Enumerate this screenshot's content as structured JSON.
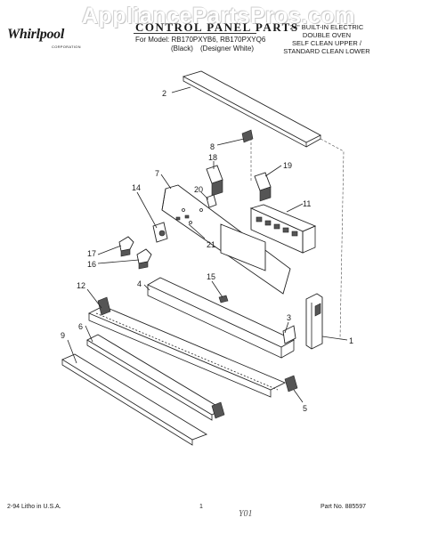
{
  "watermark": "AppliancePartsPros.com",
  "logo": {
    "brand": "Whirlpool",
    "sub": "CORPORATION"
  },
  "title": "CONTROL PANEL PARTS",
  "models": {
    "line": "For Model: RB170PXYB6, RB170PXYQ6",
    "black": "(Black)",
    "white": "(Designer White)"
  },
  "product": {
    "line1": "24\" BUILT-IN ELECTRIC",
    "line2": "DOUBLE OVEN",
    "line3": "SELF CLEAN UPPER /",
    "line4": "STANDARD CLEAN LOWER"
  },
  "callouts": [
    "1",
    "2",
    "3",
    "4",
    "5",
    "6",
    "7",
    "8",
    "9",
    "11",
    "12",
    "14",
    "15",
    "16",
    "17",
    "18",
    "19",
    "20",
    "21"
  ],
  "footer": {
    "left": "2-94  Litho in U.S.A.",
    "page": "1",
    "scribble": "Y01",
    "part_no": "Part No. 885597"
  }
}
